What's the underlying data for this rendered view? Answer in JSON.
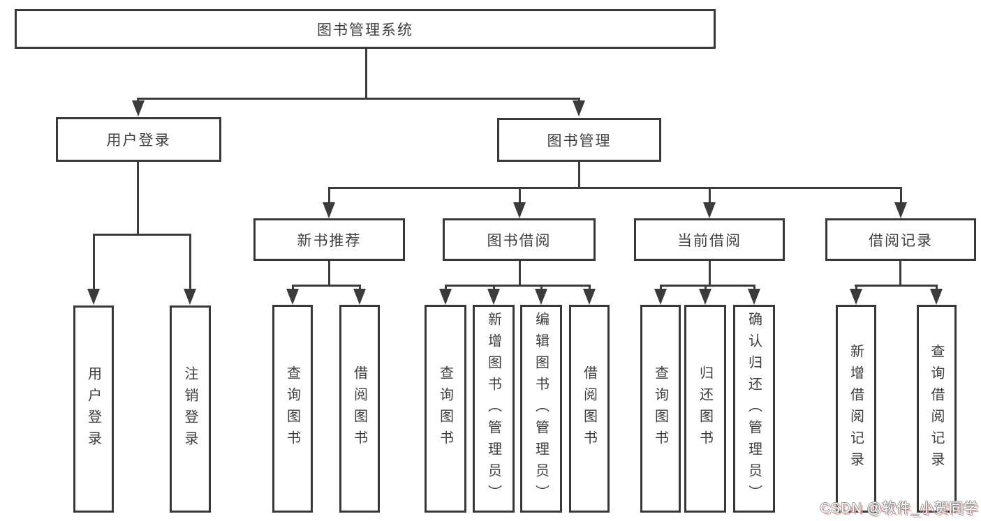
{
  "diagram": {
    "root": {
      "label": "图书管理系统"
    },
    "branches": {
      "user_login": {
        "label": "用户登录",
        "children": [
          "用户登录",
          "注销登录"
        ]
      },
      "book_management": {
        "label": "图书管理",
        "sections": {
          "new_book_recommend": {
            "label": "新书推荐",
            "children": [
              "查询图书",
              "借阅图书"
            ]
          },
          "book_borrowing": {
            "label": "图书借阅",
            "children": [
              "查询图书",
              "新增图书（管理员）",
              "编辑图书（管理员）",
              "借阅图书"
            ]
          },
          "current_borrowing": {
            "label": "当前借阅",
            "children": [
              "查询图书",
              "归还图书",
              "确认归还（管理员）"
            ]
          },
          "borrowing_records": {
            "label": "借阅记录",
            "children": [
              "新增借阅记录",
              "查询借阅记录"
            ]
          }
        }
      }
    }
  },
  "watermark": {
    "text": "CSDN @软件_小贺同学"
  },
  "colors": {
    "line": "#3b3b3b",
    "box_border": "#383838",
    "text": "#3d3d3d",
    "watermark_accent": "#f19a93"
  }
}
